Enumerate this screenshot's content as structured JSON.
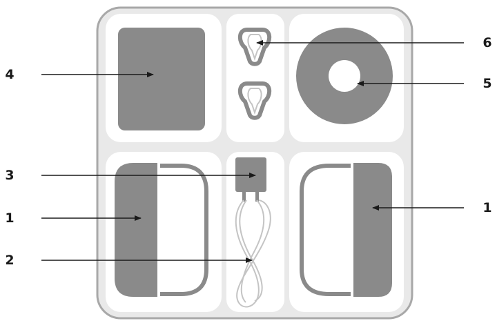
{
  "diagram": {
    "colors": {
      "tray_fill": "#e9e9e9",
      "tray_stroke": "#a8a8a8",
      "compartment": "#ffffff",
      "item_dark": "#8a8a8a",
      "item_light": "#c4c4c4",
      "line": "#1a1a1a"
    },
    "callouts": [
      {
        "id": "pad",
        "label": "4"
      },
      {
        "id": "clips",
        "label": "6"
      },
      {
        "id": "disc",
        "label": "5"
      },
      {
        "id": "plug",
        "label": "3"
      },
      {
        "id": "left-case",
        "label": "1"
      },
      {
        "id": "cable",
        "label": "2"
      },
      {
        "id": "right-case",
        "label": "1"
      }
    ]
  }
}
